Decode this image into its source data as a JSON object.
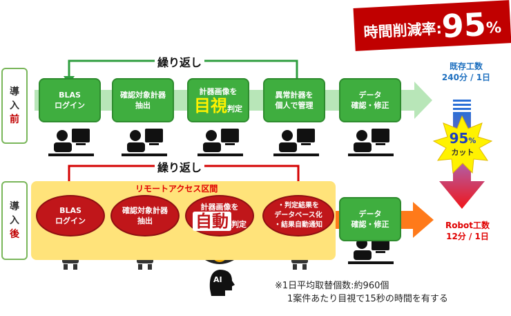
{
  "reduction": {
    "label": "時間削減率:",
    "value": "95",
    "unit": "%"
  },
  "before": {
    "label_top": "導",
    "label_mid": "入",
    "label_bottom": "前",
    "loop": "繰り返し",
    "steps": [
      {
        "l1": "BLAS",
        "l2": "ログイン"
      },
      {
        "l1": "確認対象計器",
        "l2": "抽出"
      },
      {
        "l1": "計器画像を",
        "strong": "目視",
        "suffix": "判定"
      },
      {
        "l1": "異常計器を",
        "l2": "個人で管理"
      },
      {
        "l1": "データ",
        "l2": "確認・修正"
      }
    ]
  },
  "after": {
    "label_top": "導",
    "label_mid": "入",
    "label_bottom": "後",
    "loop": "繰り返し",
    "zone": "リモートアクセス区間",
    "steps": [
      {
        "l1": "BLAS",
        "l2": "ログイン"
      },
      {
        "l1": "確認対象計器",
        "l2": "抽出"
      },
      {
        "l1": "計器画像を",
        "strong": "自動",
        "suffix": "判定"
      },
      {
        "l1": "・判定結果を",
        "l2": "データベース化",
        "l3": "・結果自動通知"
      },
      {
        "l1": "データ",
        "l2": "確認・修正"
      }
    ],
    "ai": "AI"
  },
  "existing": {
    "line1": "既存工数",
    "line2": "240分 / 1日"
  },
  "burst": {
    "value": "95",
    "unit": "%",
    "label": "カット"
  },
  "robot": {
    "line1": "Robot工数",
    "line2": "12分 / 1日"
  },
  "notes": [
    "※1日平均取替個数:約960個",
    "1案件あたり目視で15秒の時間を有する"
  ],
  "colors": {
    "green": "#3fae3f",
    "red": "#c0161a",
    "yellow": "#ffe37a",
    "blue": "#1d6fbf",
    "arrow_red": "#e00000"
  }
}
